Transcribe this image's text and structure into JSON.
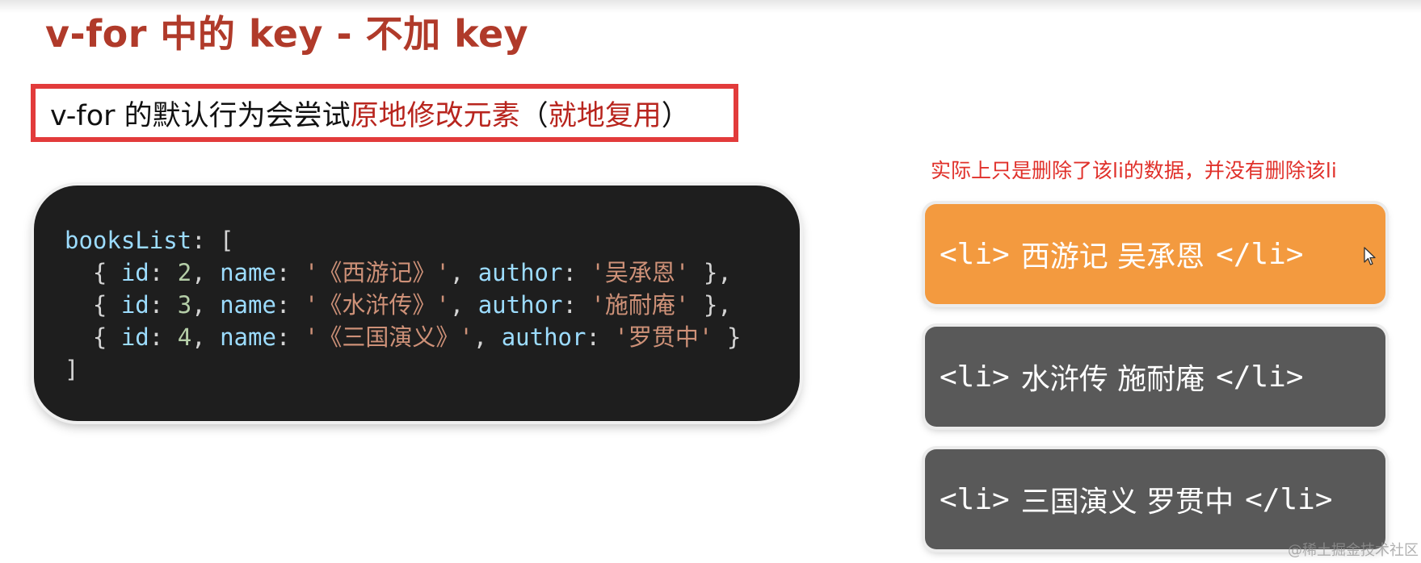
{
  "title": "v-for 中的 key - 不加 key",
  "note": {
    "prefix": "v-for 的默认行为会尝试 ",
    "highlight1": "原地修改元素",
    "gap": " （",
    "highlight2": "就地复用",
    "suffix": "）"
  },
  "code": {
    "line1": {
      "key": "booksList",
      "rest": ": ["
    },
    "items": [
      {
        "id": "2",
        "name": "《西游记》",
        "author": "吴承恩",
        "tail": " },"
      },
      {
        "id": "3",
        "name": "《水浒传》",
        "author": "施耐庵",
        "tail": " },"
      },
      {
        "id": "4",
        "name": "《三国演义》",
        "author": "罗贯中",
        "tail": " }"
      }
    ],
    "close": "]",
    "labels": {
      "id": "id",
      "name": "name",
      "author": "author"
    }
  },
  "side_caption": "实际上只是删除了该li的数据，并没有删除该li",
  "li_items": [
    {
      "open": "<li>",
      "text": "西游记  吴承恩",
      "close": "</li>"
    },
    {
      "open": "<li>",
      "text": "水浒传  施耐庵 ",
      "close": "</li>"
    },
    {
      "open": "<li>",
      "text": "三国演义  罗贯中",
      "close": "</li>"
    }
  ],
  "watermark": "@稀土掘金技术社区",
  "colors": {
    "title": "#b03a2a",
    "highlight_red": "#b8251e",
    "box_border": "#e23b3b",
    "code_bg": "#1e1e1e",
    "li_active": "#f39a3f",
    "li_normal": "#595959"
  }
}
